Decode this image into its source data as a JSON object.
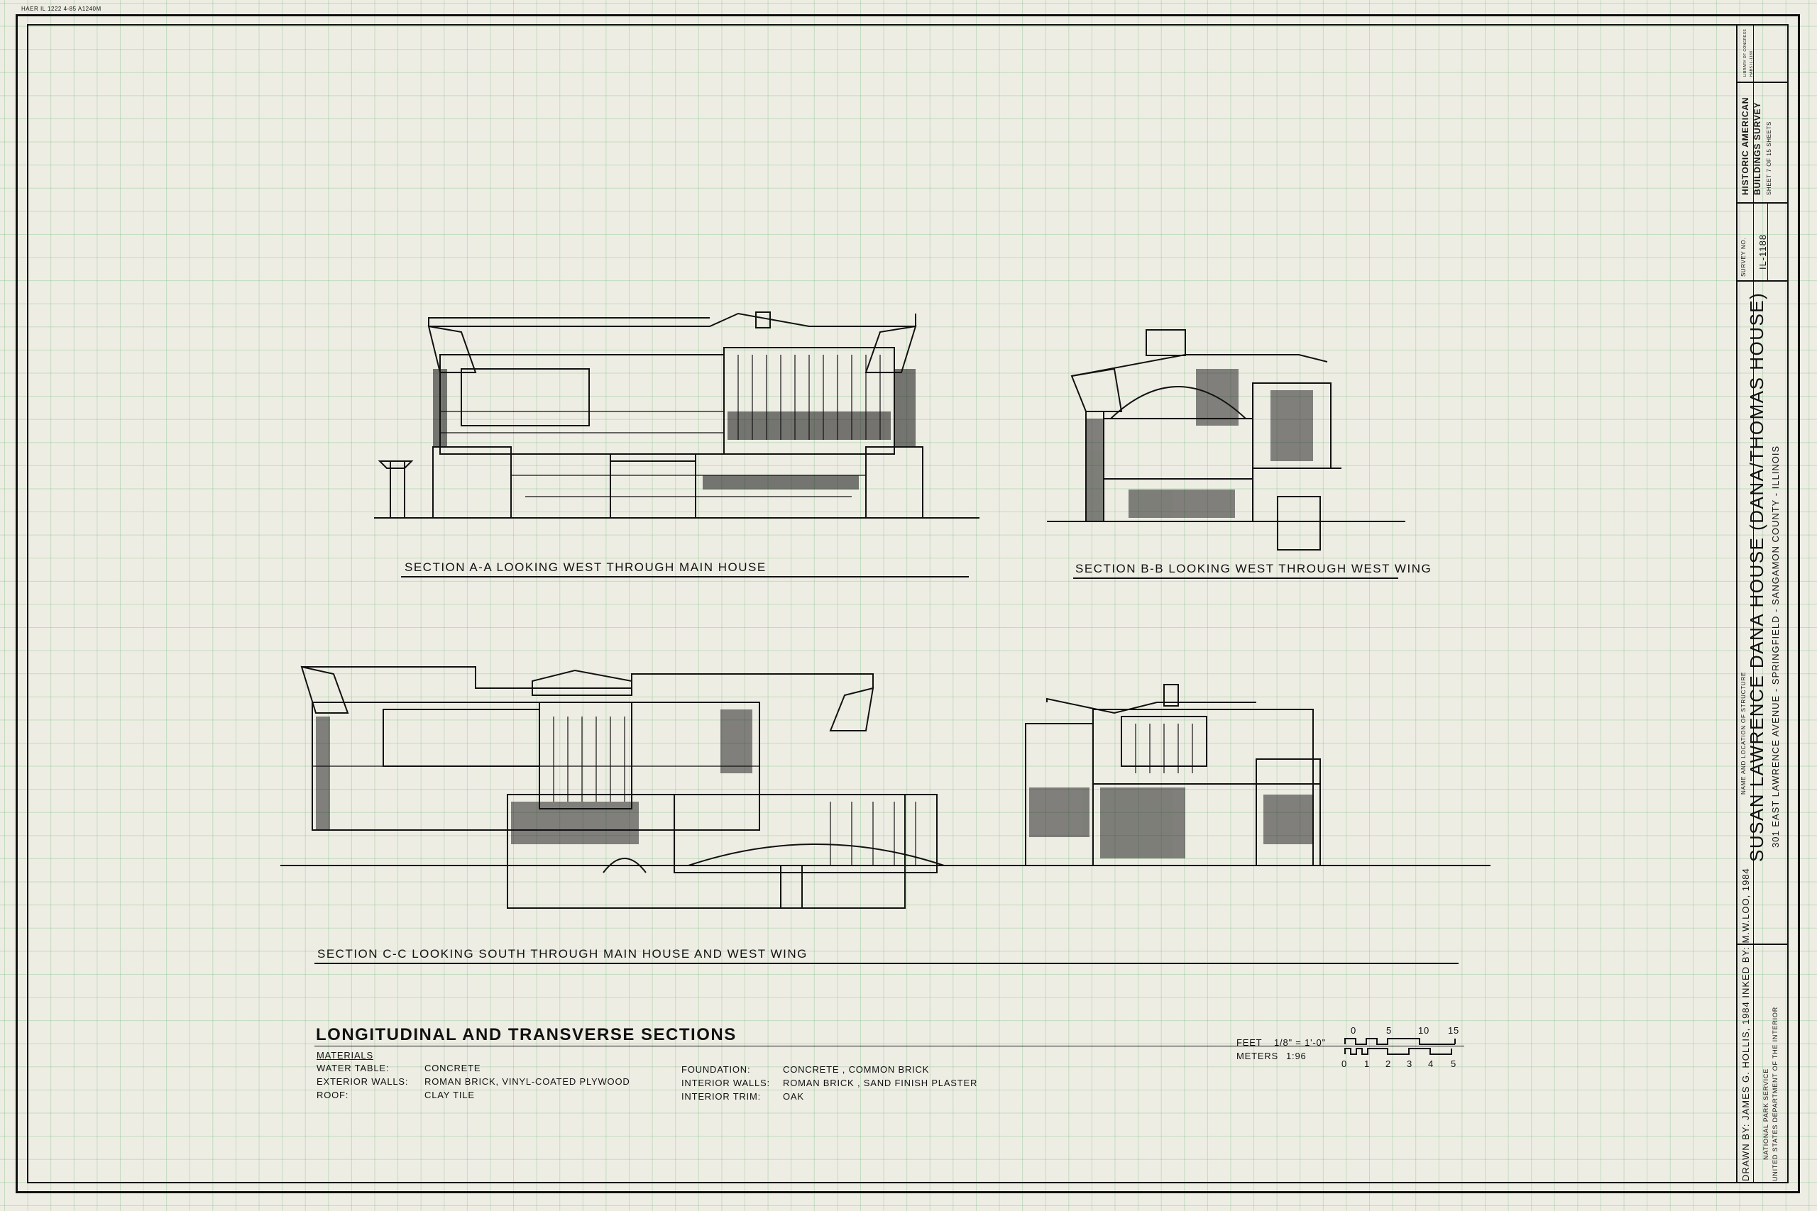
{
  "corner_code": "HAER IL 1222 4-85 A1240M",
  "sections": [
    {
      "caption": "SECTION A-A  LOOKING WEST THROUGH MAIN HOUSE"
    },
    {
      "caption": "SECTION B-B  LOOKING WEST THROUGH WEST WING"
    },
    {
      "caption": "SECTION C-C  LOOKING SOUTH THROUGH MAIN HOUSE AND WEST WING"
    }
  ],
  "sheet_title": "LONGITUDINAL AND TRANSVERSE SECTIONS",
  "materials": {
    "heading": "MATERIALS",
    "left": [
      {
        "label": "WATER TABLE:",
        "value": "CONCRETE"
      },
      {
        "label": "EXTERIOR WALLS:",
        "value": "ROMAN BRICK, VINYL-COATED PLYWOOD"
      },
      {
        "label": "ROOF:",
        "value": "CLAY TILE"
      }
    ],
    "right": [
      {
        "label": "FOUNDATION:",
        "value": "CONCRETE , COMMON BRICK"
      },
      {
        "label": "INTERIOR WALLS:",
        "value": "ROMAN BRICK , SAND FINISH PLASTER"
      },
      {
        "label": "INTERIOR TRIM:",
        "value": "OAK"
      }
    ]
  },
  "scale": {
    "feet_label": "FEET",
    "feet_ratio": "1/8\" = 1'-0\"",
    "meters_label": "METERS",
    "meters_ratio": "1:96",
    "feet_ticks": [
      "0",
      "5",
      "10",
      "15"
    ],
    "meter_ticks": [
      "0",
      "1",
      "2",
      "3",
      "4",
      "5"
    ]
  },
  "title_block": {
    "drawn_by": "DRAWN BY: JAMES G. HOLLIS, 1984 INKED BY: M.W.LOO, 1984",
    "agency_line1": "NATIONAL PARK SERVICE",
    "agency_line2": "UNITED STATES DEPARTMENT OF THE INTERIOR",
    "name_label": "NAME AND LOCATION OF STRUCTURE",
    "structure_name": "SUSAN LAWRENCE DANA HOUSE (DANA/THOMAS HOUSE)",
    "address": "301 EAST LAWRENCE AVENUE - SPRINGFIELD - SANGAMON COUNTY - ILLINOIS",
    "survey_label": "SURVEY NO.",
    "survey_number": "IL-1188",
    "habs_line1": "HISTORIC AMERICAN",
    "habs_line2": "BUILDINGS SURVEY",
    "sheet_line": "SHEET 7 OF 15 SHEETS",
    "copyright_line1": "LIBRARY OF CONGRESS",
    "copyright_line2": "HABS IL-1188"
  },
  "colors": {
    "paper": "#eeede4",
    "grid": "#78be82",
    "ink": "#111111"
  }
}
